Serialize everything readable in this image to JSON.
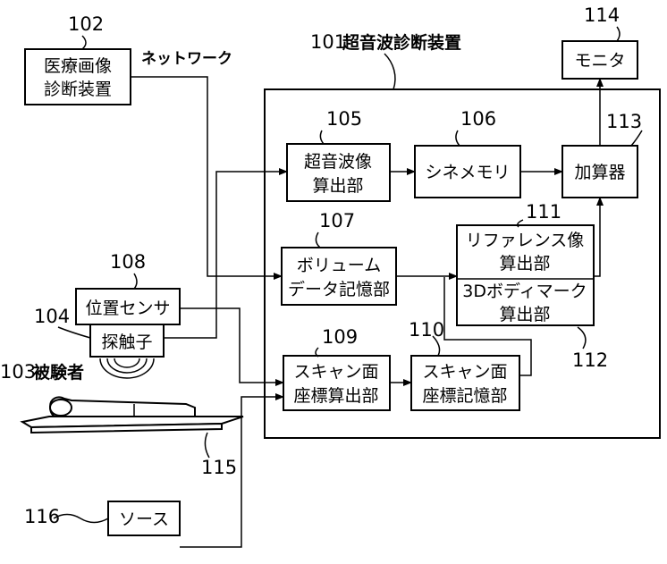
{
  "device": {
    "ref": "101",
    "label": "超音波診断装置"
  },
  "network_label": "ネットワーク",
  "blocks": {
    "medical_image_device": {
      "ref": "102",
      "lines": [
        "医療画像",
        "診断装置"
      ]
    },
    "ultrasound_image_calc": {
      "ref": "105",
      "lines": [
        "超音波像",
        "算出部"
      ]
    },
    "cine_memory": {
      "ref": "106",
      "lines": [
        "シネメモリ"
      ]
    },
    "volume_data_memory": {
      "ref": "107",
      "lines": [
        "ボリューム",
        "データ記憶部"
      ]
    },
    "position_sensor": {
      "ref": "108",
      "lines": [
        "位置センサ"
      ]
    },
    "probe": {
      "ref": "104",
      "lines": [
        "探触子"
      ]
    },
    "scan_plane_coord_calc": {
      "ref": "109",
      "lines": [
        "スキャン面",
        "座標算出部"
      ]
    },
    "scan_plane_coord_memory": {
      "ref": "110",
      "lines": [
        "スキャン面",
        "座標記憶部"
      ]
    },
    "reference_image_calc": {
      "ref": "111",
      "lines": [
        "リファレンス像",
        "算出部"
      ]
    },
    "body_mark_calc": {
      "ref": "112",
      "lines": [
        "3Dボディマーク",
        "算出部"
      ]
    },
    "adder": {
      "ref": "113",
      "lines": [
        "加算器"
      ]
    },
    "monitor": {
      "ref": "114",
      "lines": [
        "モニタ"
      ]
    },
    "source": {
      "ref": "116",
      "lines": [
        "ソース"
      ]
    }
  },
  "subject": {
    "ref": "103",
    "label": "被験者"
  },
  "bed": {
    "ref": "115"
  }
}
